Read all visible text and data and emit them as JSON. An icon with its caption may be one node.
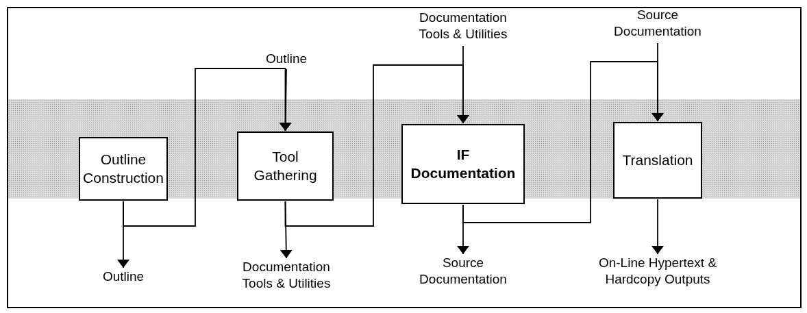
{
  "diagram": {
    "nodes": [
      {
        "text": [
          "Outline"
        ]
      },
      {
        "text": [
          "Documentation Tools & Utilities"
        ]
      },
      {
        "text": [
          "Source Documentation"
        ]
      },
      {
        "text": [
          "Outline Construction"
        ]
      },
      {
        "text": [
          "Tool Gathering"
        ]
      },
      {
        "text": [
          "IF Documentation"
        ]
      },
      {
        "text": [
          "Translation"
        ]
      },
      {
        "text": [
          "Outline"
        ]
      },
      {
        "text": [
          "Documentation Tools & Utilities"
        ]
      },
      {
        "text": [
          "Source Documentation"
        ]
      },
      {
        "text": [
          "On-Line Hypertext & Hardcopy Outputs"
        ]
      }
    ],
    "edges": [
      {
        "from": 3,
        "to": 7,
        "arrow": "to"
      },
      {
        "from": 3,
        "to": 4,
        "arrow": "to"
      },
      {
        "from": 0,
        "to": 4,
        "arrow": "to"
      },
      {
        "from": 4,
        "to": 8,
        "arrow": "to"
      },
      {
        "from": 4,
        "to": 5,
        "arrow": "to"
      },
      {
        "from": 1,
        "to": 5,
        "arrow": "to"
      },
      {
        "from": 5,
        "to": 9,
        "arrow": "to"
      },
      {
        "from": 5,
        "to": 6,
        "arrow": "to"
      },
      {
        "from": 2,
        "to": 6,
        "arrow": "to"
      },
      {
        "from": 6,
        "to": 10,
        "arrow": "to"
      }
    ]
  }
}
